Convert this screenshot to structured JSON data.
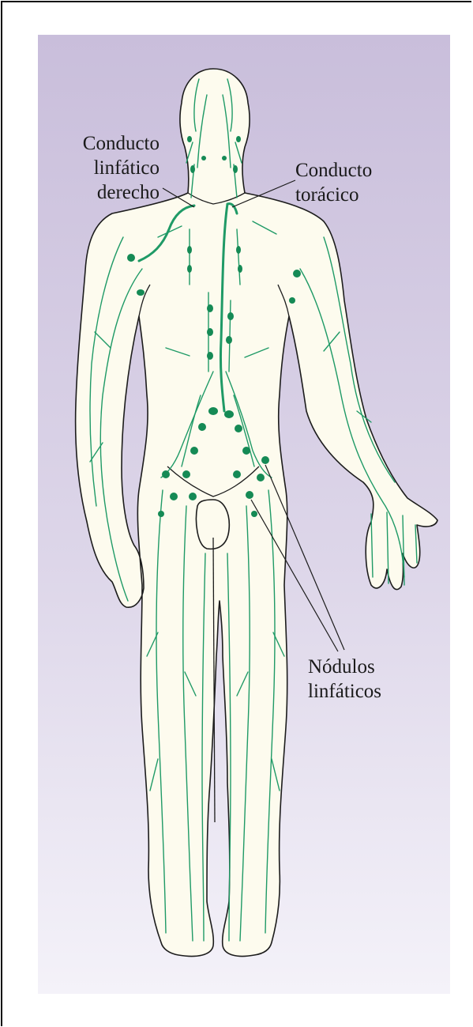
{
  "labels": {
    "right_duct": [
      "Conducto",
      "linfático",
      "derecho"
    ],
    "thoracic_duct": [
      "Conducto",
      "torácico"
    ],
    "nodes": [
      "Nódulos",
      "linfáticos"
    ]
  },
  "colors": {
    "background_top": "#c9bedb",
    "background_bottom": "#f4f2f9",
    "skin": "#fdfbee",
    "outline": "#1c1c1c",
    "lymph": "#1f9a66",
    "node": "#158a55",
    "frame": "#111111"
  }
}
